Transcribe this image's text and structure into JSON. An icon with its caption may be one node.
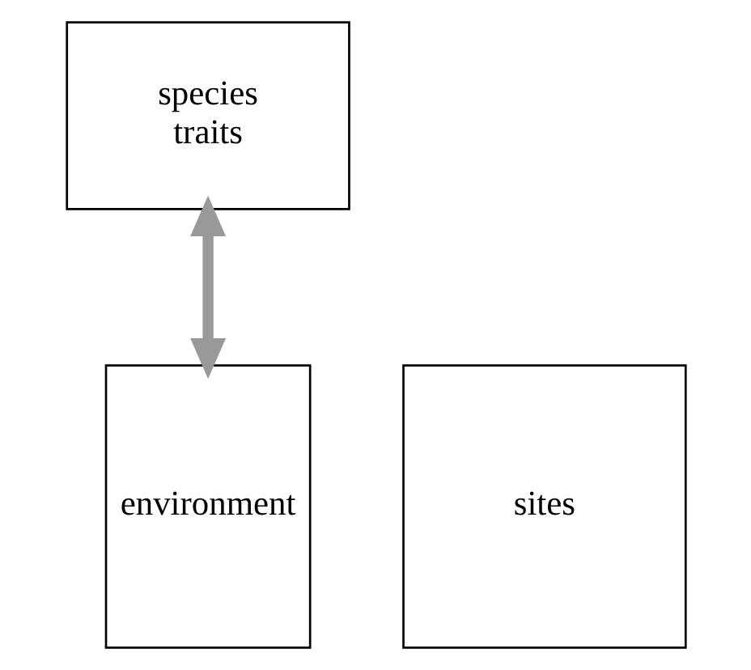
{
  "diagram": {
    "nodes": [
      {
        "text": [
          "species",
          "traits"
        ]
      },
      {
        "text": [
          "sites"
        ]
      },
      {
        "text": [
          "environment"
        ]
      }
    ],
    "edges": [
      {
        "from": 0,
        "to": 2,
        "arrow": "both",
        "color": "#999999"
      }
    ]
  }
}
